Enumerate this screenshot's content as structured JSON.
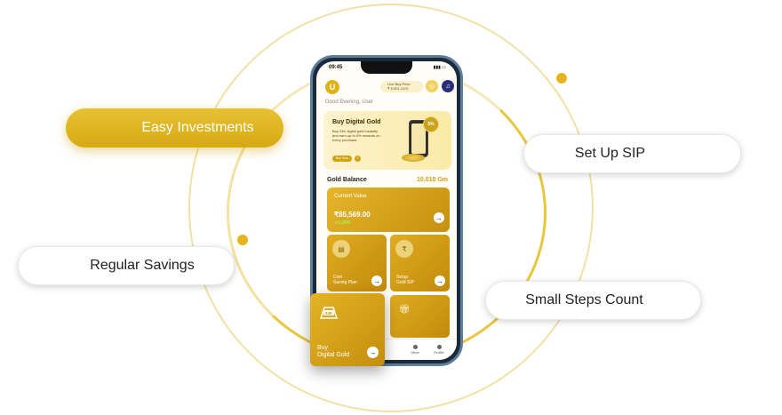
{
  "features": {
    "easy_investments": "Easy Investments",
    "set_up_sip": "Set Up SIP",
    "regular_savings": "Regular Savings",
    "small_steps": "Small Steps Count"
  },
  "app": {
    "time": "09:45",
    "avatar_letter": "U",
    "greeting": "Good Evening, User",
    "live_price_label": "Live Buy Price",
    "live_price_value": "₹ 6,901.12/G",
    "promo": {
      "title": "Buy Digital Gold",
      "text": "Buy 24K digital gold instantly and earn up to 5% rewards on every purchase.",
      "button": "Buy Now",
      "badge": "5%"
    },
    "gold_balance_label": "Gold Balance",
    "gold_balance_value": "10.010 Gm",
    "current_value_label": "Current Value",
    "current_value_amount": "₹85,569.00",
    "current_value_change": "↗1.29%",
    "tiles": {
      "coin_saving": "Coin\nSaving Plan",
      "setup_sip": "Setup\nGold SIP"
    },
    "nav": {
      "other": "Other",
      "profile": "Profile"
    },
    "float_card": {
      "badge": "24K",
      "label": "Buy\nDigital Gold"
    }
  },
  "colors": {
    "gold": "#e0b21a",
    "gold_dark": "#c58d0c",
    "ring_light": "#f0e1a6"
  }
}
